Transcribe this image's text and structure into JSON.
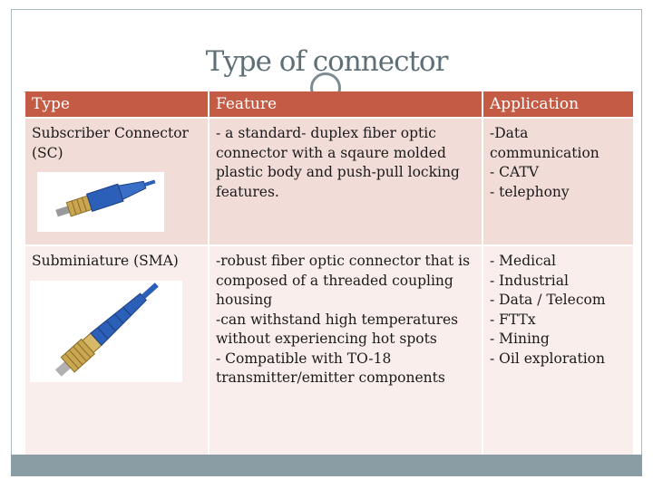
{
  "slide": {
    "title": "Type of connector"
  },
  "table": {
    "headers": [
      "Type",
      "Feature",
      "Application"
    ],
    "rows": [
      {
        "type": "Subscriber Connector (SC)",
        "image_icon": "sc-connector-photo",
        "feature": "- a standard- duplex fiber optic connector with a sqaure molded plastic body and push-pull locking features.",
        "application": "-Data\ncommunication\n- CATV\n- telephony"
      },
      {
        "type": "Subminiature (SMA)",
        "image_icon": "sma-connector-photo",
        "feature": "-robust fiber optic connector that is composed of a threaded coupling housing\n-can withstand high temperatures without experiencing hot spots\n- Compatible with TO-18 transmitter/emitter components",
        "application": "- Medical\n- Industrial\n- Data / Telecom\n- FTTx\n- Mining\n- Oil exploration"
      }
    ]
  },
  "colors": {
    "header_bg": "#c45c45",
    "row1_bg": "#f2dcd8",
    "row2_bg": "#f9eeec",
    "title_text": "#5e6f77",
    "connector_blue": "#2c5fb8",
    "metal_gold": "#c9a650"
  }
}
